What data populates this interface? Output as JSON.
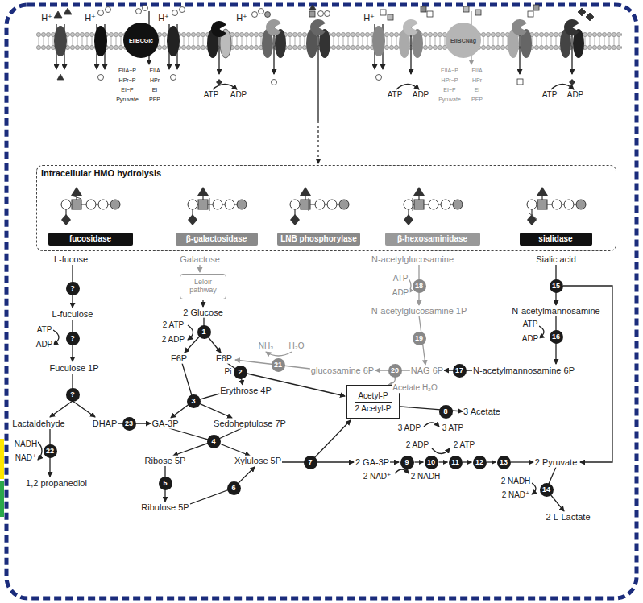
{
  "diagram": {
    "nodes": [
      {
        "text": [
          "Intracellular HMO hydrolysis"
        ]
      },
      {
        "text": [
          "fucosidase"
        ],
        "in": 0
      },
      {
        "text": [
          "β-galactosidase"
        ],
        "in": 0
      },
      {
        "text": [
          "LNB phosphorylase"
        ],
        "in": 0
      },
      {
        "text": [
          "β-hexosaminidase"
        ],
        "in": 0
      },
      {
        "text": [
          "sialidase"
        ],
        "in": 0
      },
      {
        "text": [
          "EIIBCGlc"
        ]
      },
      {
        "text": [
          "EIIBCNag"
        ]
      },
      {
        "text": [
          "Leloir pathway"
        ]
      },
      {
        "text": [
          "Acetyl-P",
          "2 Acetyl-P"
        ]
      },
      {
        "text": [
          "?"
        ]
      },
      {
        "text": [
          "?"
        ]
      },
      {
        "text": [
          "?"
        ]
      },
      {
        "text": [
          "23"
        ]
      },
      {
        "text": [
          "22"
        ]
      },
      {
        "text": [
          "1"
        ]
      },
      {
        "text": [
          "2"
        ]
      },
      {
        "text": [
          "3"
        ]
      },
      {
        "text": [
          "4"
        ]
      },
      {
        "text": [
          "5"
        ]
      },
      {
        "text": [
          "6"
        ]
      },
      {
        "text": [
          "7"
        ]
      },
      {
        "text": [
          "8"
        ]
      },
      {
        "text": [
          "9"
        ]
      },
      {
        "text": [
          "10"
        ]
      },
      {
        "text": [
          "11"
        ]
      },
      {
        "text": [
          "12"
        ]
      },
      {
        "text": [
          "13"
        ]
      },
      {
        "text": [
          "14"
        ]
      },
      {
        "text": [
          "21"
        ]
      },
      {
        "text": [
          "20"
        ]
      },
      {
        "text": [
          "17"
        ]
      },
      {
        "text": [
          "18"
        ]
      },
      {
        "text": [
          "19"
        ]
      },
      {
        "text": [
          "15"
        ]
      },
      {
        "text": [
          "16"
        ]
      }
    ],
    "edges": [
      {
        "from": 23,
        "to": 24,
        "arrow": "to"
      },
      {
        "from": 24,
        "to": 25,
        "arrow": "to"
      },
      {
        "from": 25,
        "to": 26,
        "arrow": "to"
      },
      {
        "from": 26,
        "to": 27,
        "arrow": "to"
      }
    ],
    "labels": [
      "H⁺",
      "H⁺",
      "H⁺",
      "H⁺",
      "H⁺",
      "EIIA~P",
      "EIIA",
      "HPr~P",
      "HPr",
      "EI~P",
      "EI",
      "Pyruvate",
      "PEP",
      "EIIA~P",
      "EIIA",
      "HPr~P",
      "HPr",
      "EI~P",
      "EI",
      "Pyruvate",
      "PEP",
      "ATP",
      "ADP",
      "ATP",
      "ADP",
      "ATP",
      "ADP",
      "L-fucose",
      "Galactose",
      "N-acetylglucosamine",
      "Sialic acid",
      "L-fuculose",
      "ATP",
      "ADP",
      "Fuculose 1P",
      "Lactaldehyde",
      "DHAP",
      "GA-3P",
      "NADH",
      "NAD⁺",
      "1,2 propanediol",
      "2 Glucose",
      "2 ATP",
      "2 ADP",
      "F6P",
      "F6P",
      "NH₃",
      "H₂O",
      "Pi",
      "glucosamine 6P",
      "Acetate H₂O",
      "NAG 6P",
      "N-acetylmannosamine 6P",
      "Erythrose 4P",
      "Sedoheptulose 7P",
      "Ribose 5P",
      "Xylulose 5P",
      "Ribulose 5P",
      "3 Acetate",
      "3 ADP",
      "3 ATP",
      "2 ADP",
      "2 ATP",
      "2 GA-3P",
      "2 NAD⁺",
      "2 NADH",
      "2 Pyruvate",
      "2 NADH",
      "2 NAD⁺",
      "2 L-Lactate",
      "ATP",
      "ADP",
      "N-acetylglucosamine 1P",
      "N-acetylmannosamine",
      "ATP",
      "ADP"
    ]
  }
}
